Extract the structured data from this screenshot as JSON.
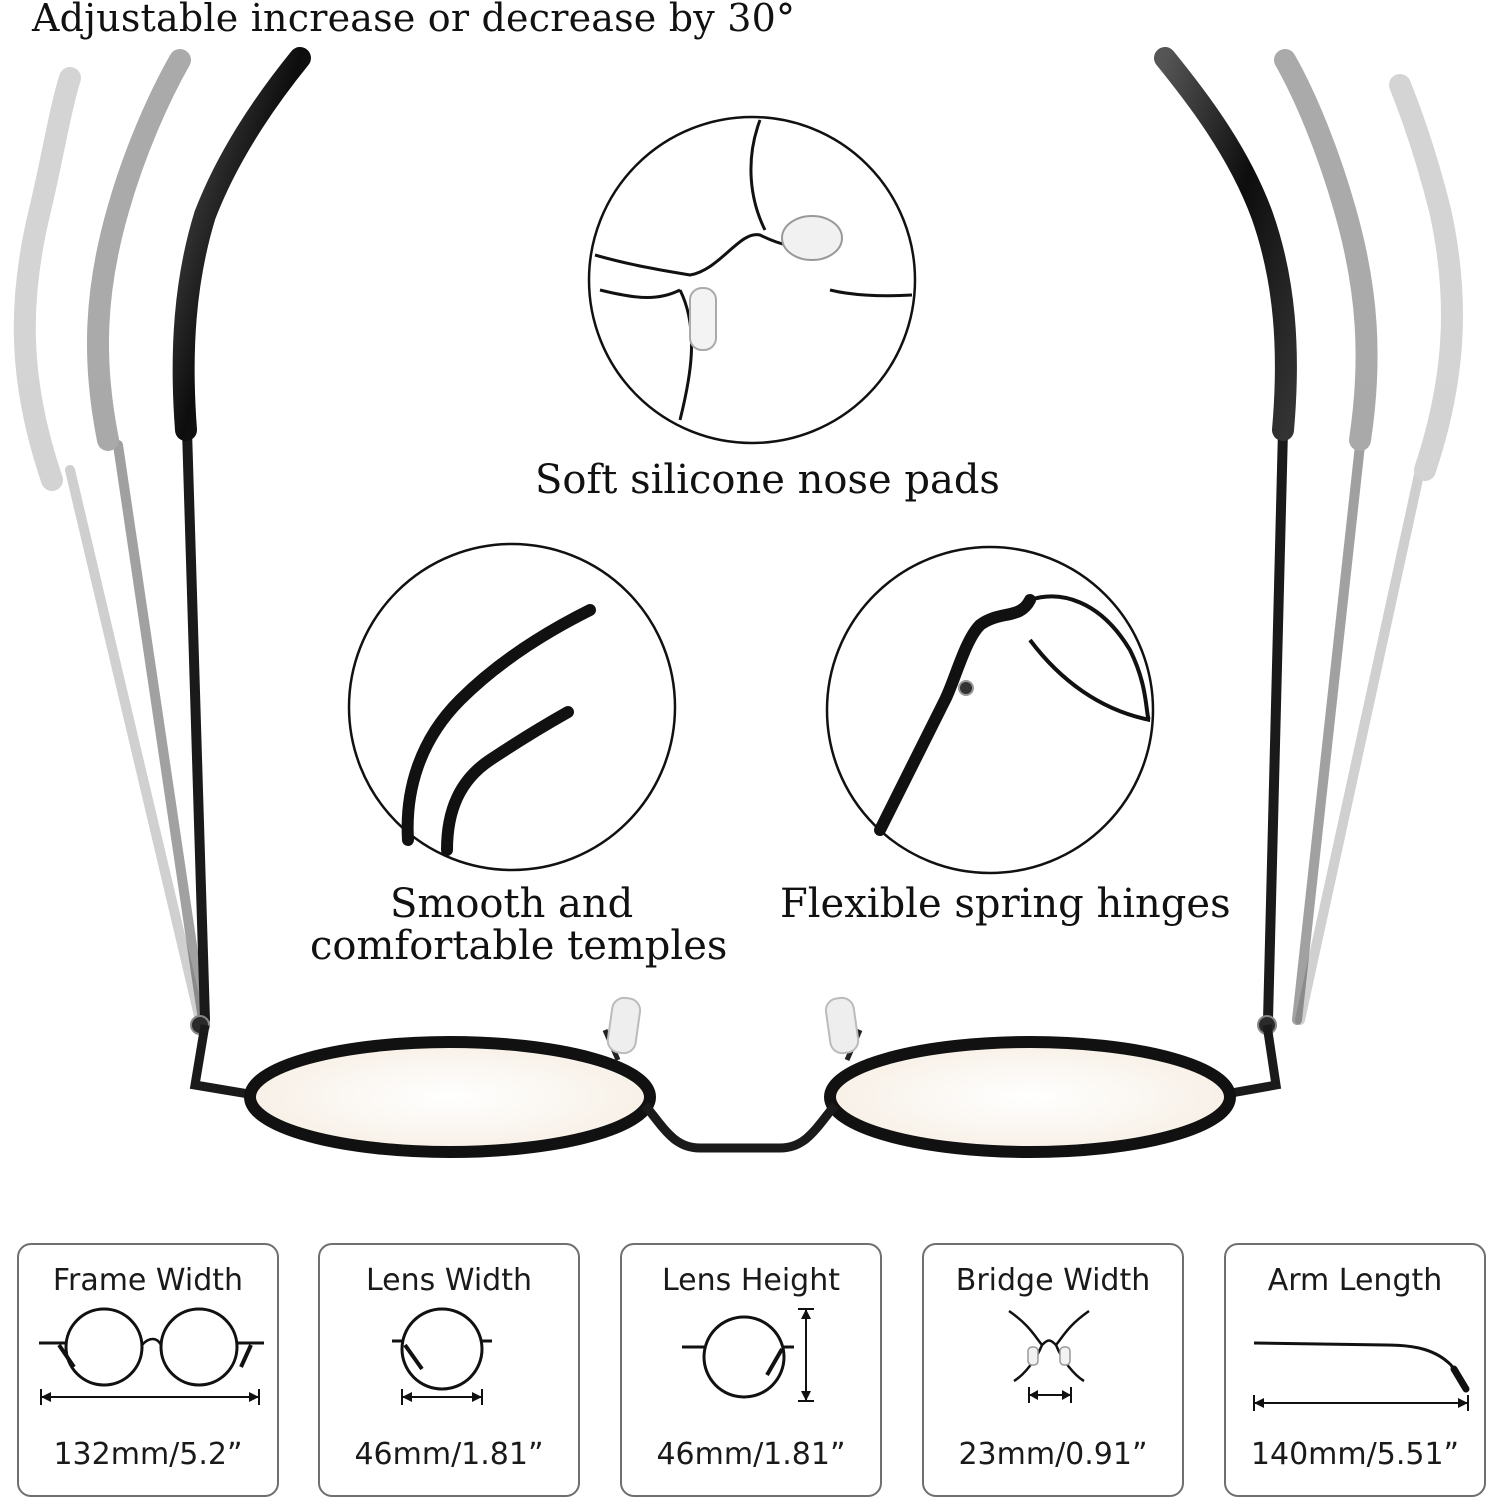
{
  "headline": "Adjustable increase or decrease by 30°",
  "features": {
    "nose_pads": "Soft silicone nose pads",
    "temples_line1": "Smooth and",
    "temples_line2": "comfortable temples",
    "hinges": "Flexible spring hinges"
  },
  "specs": [
    {
      "title": "Frame Width",
      "value": "132mm/5.2”",
      "icon": "frame-width-icon"
    },
    {
      "title": "Lens Width",
      "value": "46mm/1.81”",
      "icon": "lens-width-icon"
    },
    {
      "title": "Lens Height",
      "value": "46mm/1.81”",
      "icon": "lens-height-icon"
    },
    {
      "title": "Bridge Width",
      "value": "23mm/0.91”",
      "icon": "bridge-width-icon"
    },
    {
      "title": "Arm Length",
      "value": "140mm/5.51”",
      "icon": "arm-length-icon"
    }
  ],
  "colors": {
    "frame": "#1a1a1a",
    "lens_tint": "#fbf3ea",
    "card_border": "#6f6f6f"
  }
}
